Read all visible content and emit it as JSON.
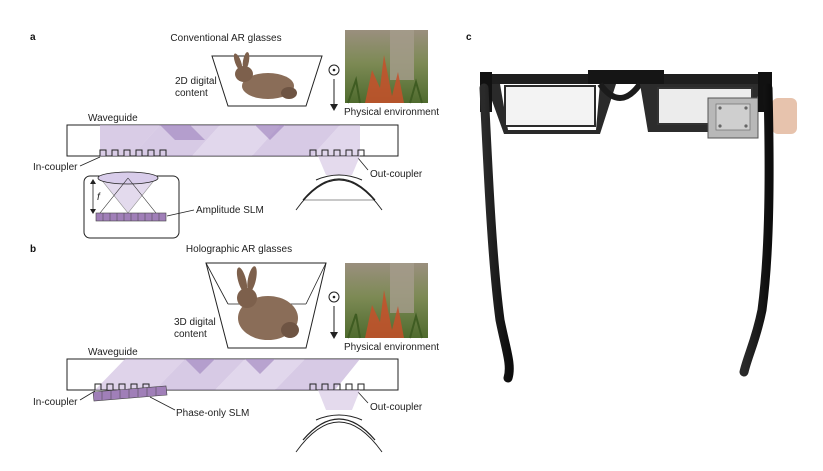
{
  "panels": {
    "a": {
      "letter": "a",
      "title": "Conventional AR glasses",
      "content_label_line1": "2D digital",
      "content_label_line2": "content",
      "environment_label": "Physical environment",
      "waveguide_label": "Waveguide",
      "in_coupler_label": "In-coupler",
      "out_coupler_label": "Out-coupler",
      "slm_label": "Amplitude SLM",
      "focal_label": "f"
    },
    "b": {
      "letter": "b",
      "title": "Holographic AR glasses",
      "content_label_line1": "3D digital",
      "content_label_line2": "content",
      "environment_label": "Physical environment",
      "waveguide_label": "Waveguide",
      "in_coupler_label": "In-coupler",
      "out_coupler_label": "Out-coupler",
      "slm_label": "Phase-only SLM"
    },
    "c": {
      "letter": "c"
    }
  },
  "colors": {
    "light_path": "#c9b6dc",
    "light_path_dark": "#a58cc4",
    "slm": "#a07fb8",
    "bunny": "#8a6d58",
    "frame": "#1b1b1b"
  },
  "icons": [
    "bunny-icon",
    "eye-icon",
    "lens-icon",
    "photo-thumbnail",
    "glasses-photo"
  ]
}
